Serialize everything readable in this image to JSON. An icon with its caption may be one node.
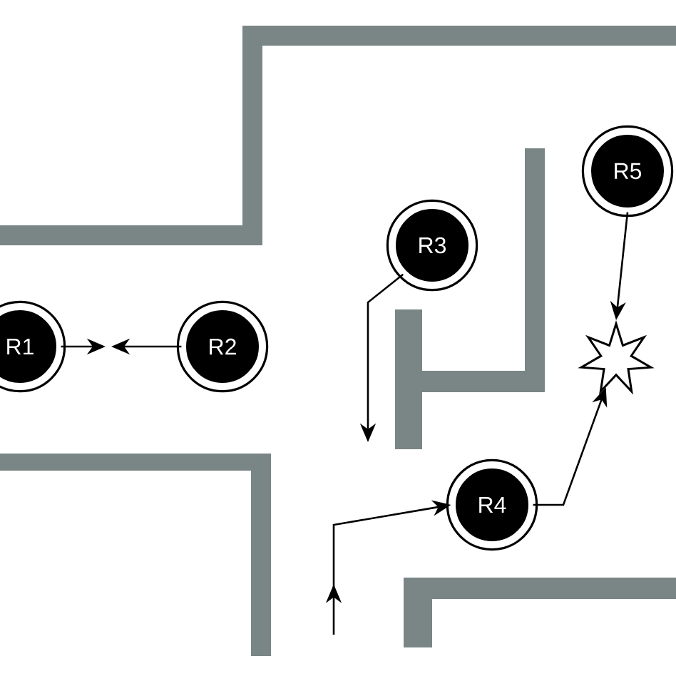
{
  "diagram": {
    "nodes": [
      {
        "text": [
          "R1"
        ]
      },
      {
        "text": [
          "R2"
        ]
      },
      {
        "text": [
          "R3"
        ]
      },
      {
        "text": [
          "R4"
        ]
      },
      {
        "text": [
          "R5"
        ]
      },
      {
        "text": [],
        "shape": "star"
      }
    ],
    "edges": [
      {
        "from": 0,
        "to": null,
        "arrow": "to"
      },
      {
        "from": 1,
        "to": null,
        "arrow": "to"
      },
      {
        "from": 2,
        "to": null,
        "arrow": "to"
      },
      {
        "from": 4,
        "to": 5,
        "arrow": "to"
      },
      {
        "from": null,
        "to": 3,
        "arrow": "to"
      },
      {
        "from": 3,
        "to": 5,
        "arrow": "to"
      }
    ]
  }
}
